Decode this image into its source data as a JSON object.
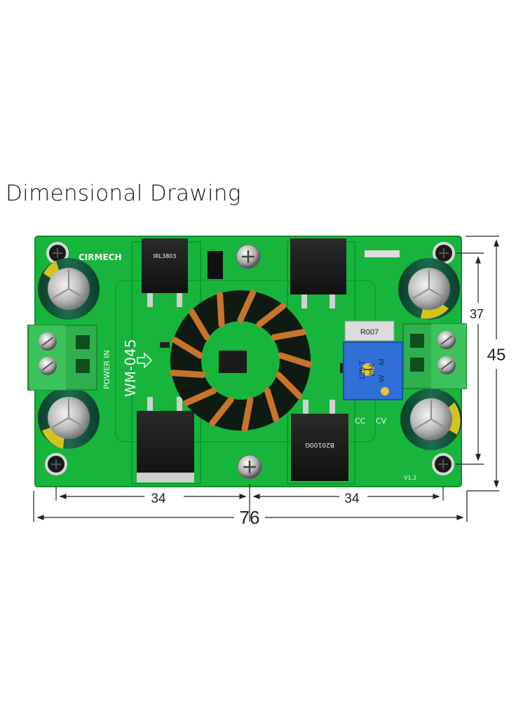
{
  "title": "Dimensional Drawing",
  "board": {
    "brand": "CIRMECH",
    "model": "WM-045",
    "power_in": "POWER IN",
    "version": "V1.2",
    "cc_label": "CC",
    "cv_label": "CV",
    "resistor_label": "R007",
    "pot_label": "204",
    "pot_code": "129 T",
    "pot_w": "W",
    "pot_m": "M",
    "chip_top_left": "IRL3803",
    "chip_bottom_right": "B20100G"
  },
  "dimensions": {
    "left_span": "34",
    "right_span": "34",
    "overall_width": "76",
    "hole_height": "37",
    "overall_height": "45"
  },
  "colors": {
    "pcb": "#17b53c",
    "pcb_dark": "#0e8f2b",
    "terminal": "#2fb04c",
    "copper": "#c8742a",
    "pot_blue": "#2f6fd6"
  }
}
